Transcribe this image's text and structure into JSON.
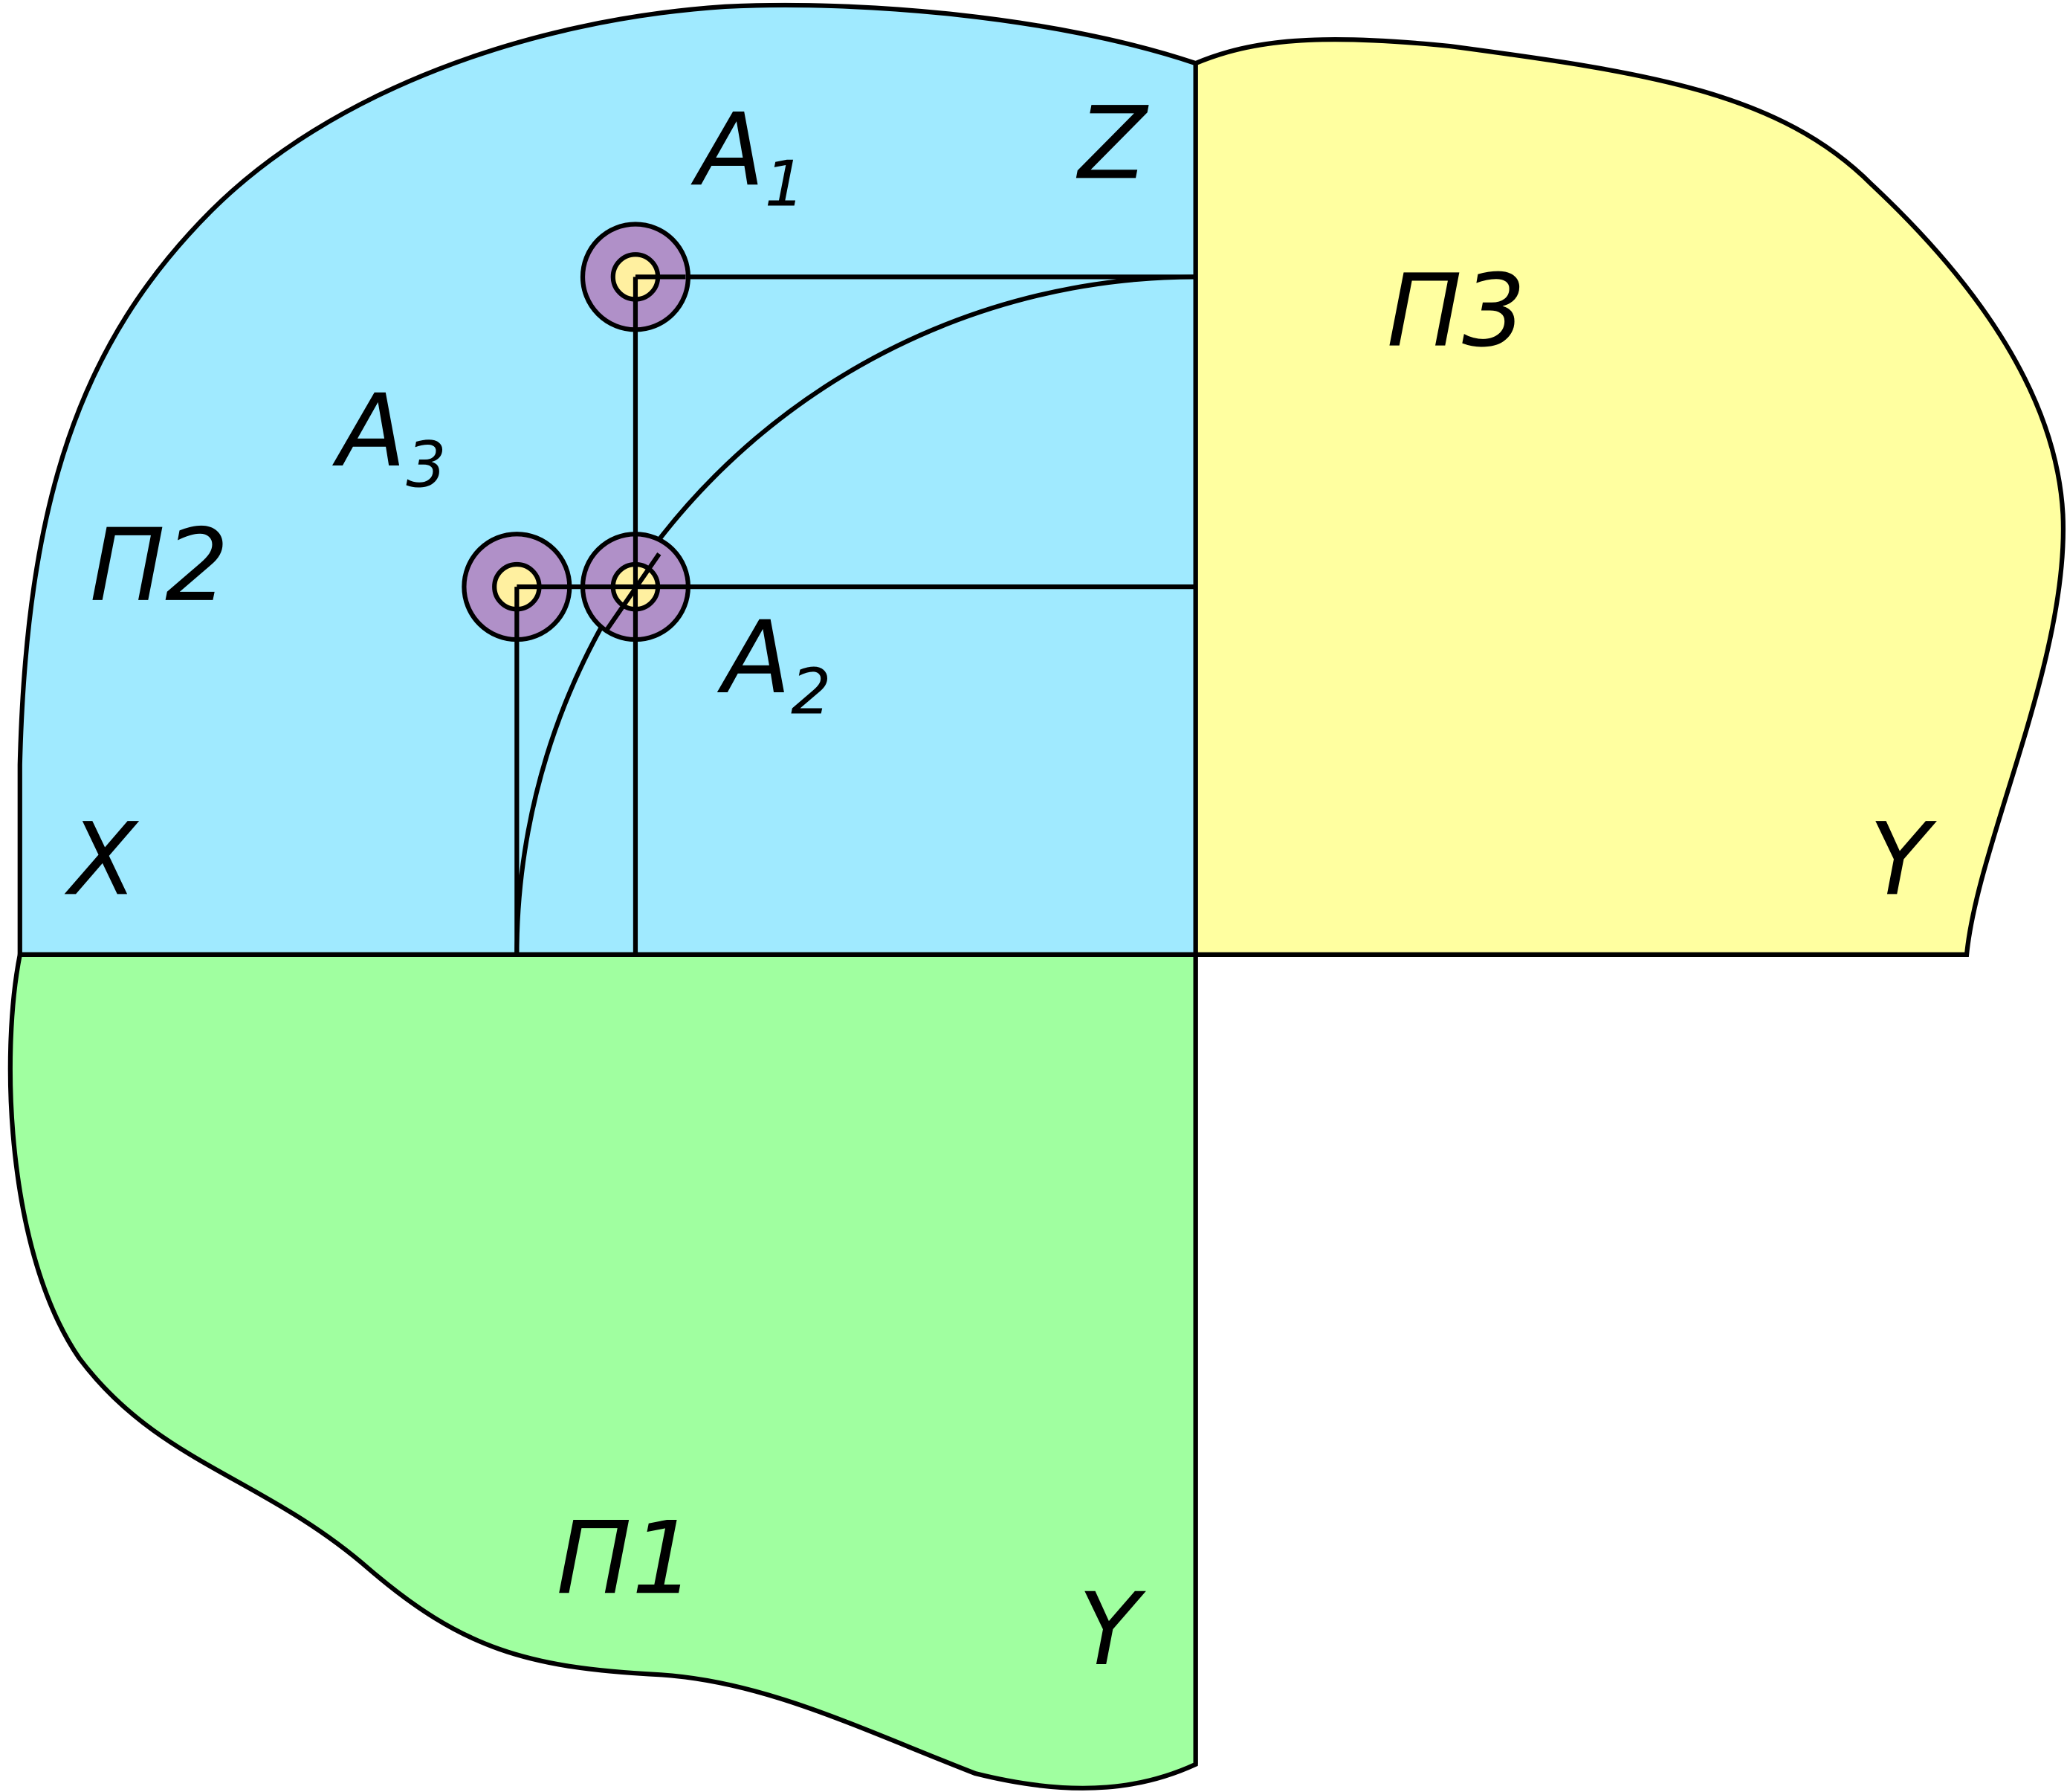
{
  "colors": {
    "plane_v": "#a0eaff",
    "plane_w": "#ffffa0",
    "plane_h": "#a0ffa0",
    "point_ring": "#b090c8",
    "point_core": "#fff0a0"
  },
  "planes": {
    "p1": "П1",
    "p2": "П2",
    "p3": "П3"
  },
  "axes": {
    "x": "X",
    "z": "Z",
    "y_right": "Y",
    "y_bottom": "Y"
  },
  "points": {
    "a1": {
      "letter": "A",
      "sub": "1"
    },
    "a2": {
      "letter": "A",
      "sub": "2"
    },
    "a3": {
      "letter": "A",
      "sub": "3"
    }
  }
}
